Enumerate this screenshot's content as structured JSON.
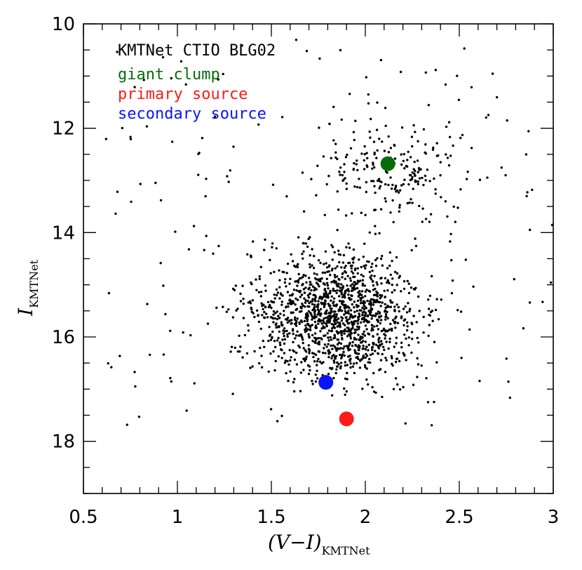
{
  "chart_data": {
    "type": "scatter",
    "title": "KMTNet CTIO BLG02",
    "xlabel": "(V−I)",
    "xlabel_sub": "KMTNet",
    "ylabel": "I",
    "ylabel_sub": "KMTNet",
    "xlim": [
      0.5,
      3.0
    ],
    "ylim": [
      19.0,
      10.0
    ],
    "y_inverted": true,
    "x_ticks": [
      0.5,
      1,
      1.5,
      2,
      2.5,
      3
    ],
    "x_tick_labels": [
      "0.5",
      "1",
      "1.5",
      "2",
      "2.5",
      "3"
    ],
    "y_ticks": [
      10,
      12,
      14,
      16,
      18
    ],
    "y_tick_labels": [
      "10",
      "12",
      "14",
      "16",
      "18"
    ],
    "grid": false,
    "legend_position": "top-left",
    "special_points": [
      {
        "name": "giant clump",
        "x": 2.12,
        "y": 12.68,
        "color": "#0a6b0a"
      },
      {
        "name": "primary source",
        "x": 1.9,
        "y": 17.57,
        "color": "#ff1a1a"
      },
      {
        "name": "secondary source",
        "x": 1.79,
        "y": 16.87,
        "color": "#0a14ff"
      }
    ],
    "field_stars": {
      "color": "#000000",
      "count_core": 1400,
      "count_upper": 220,
      "count_scattered": 150,
      "core_center": [
        1.85,
        15.6
      ],
      "core_spread": [
        0.22,
        0.6
      ],
      "upper_center": [
        2.15,
        12.8
      ],
      "upper_spread": [
        0.2,
        0.55
      ]
    }
  }
}
